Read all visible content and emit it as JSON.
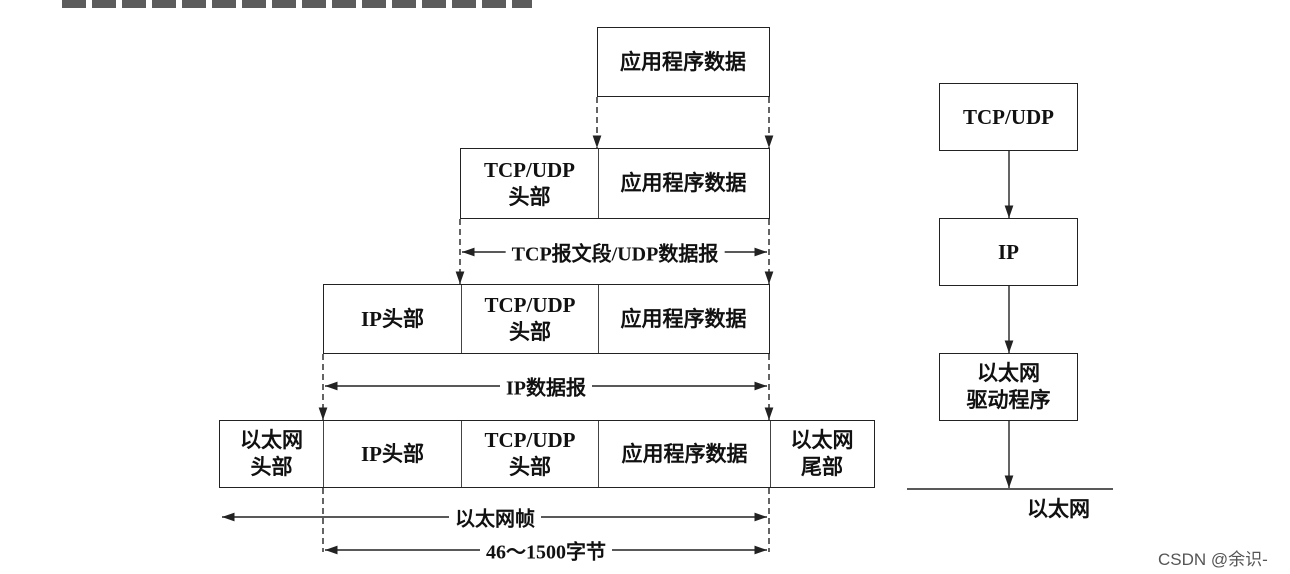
{
  "app_data_label": "应用程序数据",
  "tcpudp_header_label": "TCP/UDP\n头部",
  "ip_header_label": "IP头部",
  "eth_header_label": "以太网\n头部",
  "eth_trailer_label": "以太网\n尾部",
  "dim_tcp_segment": "TCP报文段/UDP数据报",
  "dim_ip_datagram": "IP数据报",
  "dim_eth_frame": "以太网帧",
  "dim_payload_size": "46～1500字节",
  "stack": {
    "layer_tcpudp": "TCP/UDP",
    "layer_ip": "IP",
    "layer_driver": "以太网\n驱动程序",
    "medium": "以太网"
  },
  "watermark": "CSDN @余识-"
}
